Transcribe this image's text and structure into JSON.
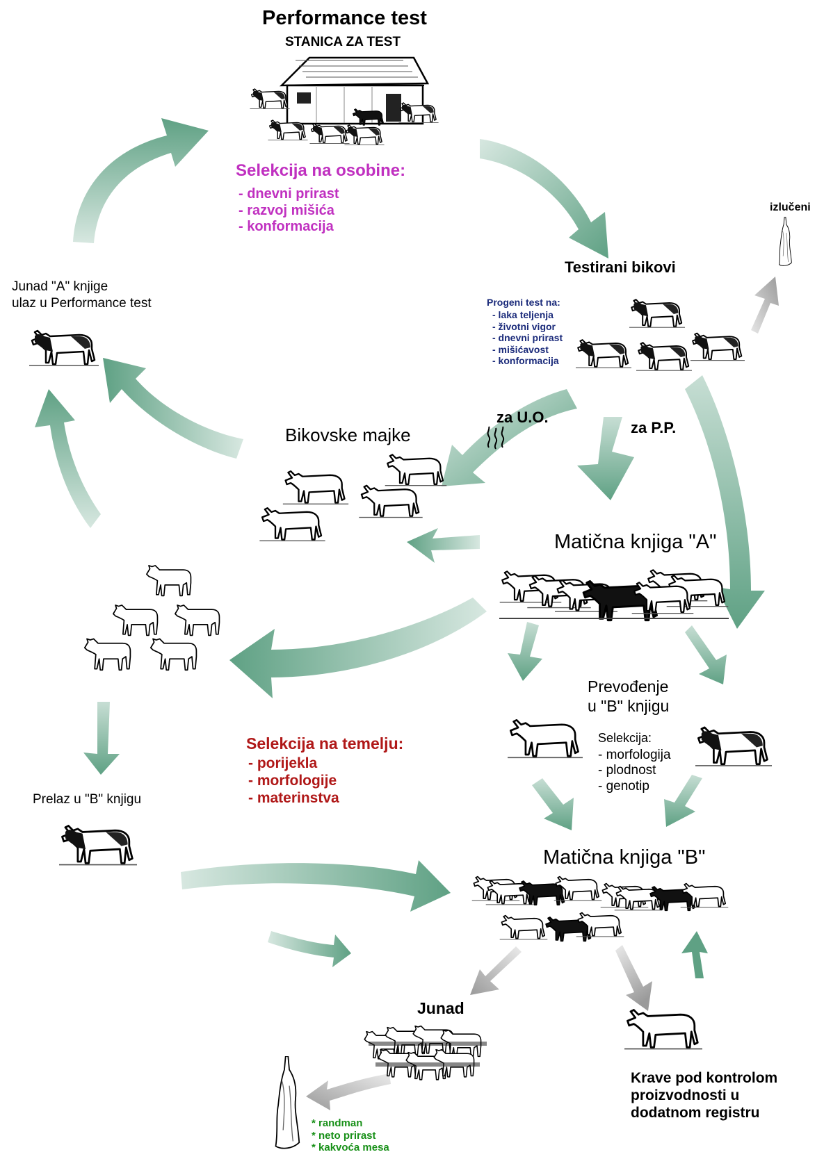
{
  "colors": {
    "arrow_green": "#5fa184",
    "arrow_gray": "#9a9a9a",
    "magenta": "#c030c0",
    "dark_red": "#b01818",
    "navy": "#1a2a7a",
    "green_text": "#189018"
  },
  "icons": [
    "barn-icon",
    "bull-icon",
    "cow-icon",
    "herd-icon",
    "calf-icon",
    "carcass-icon",
    "steam-icon"
  ],
  "performance": {
    "title": "Performance test",
    "subtitle": "STANICA ZA TEST",
    "selection_title": "Selekcija na osobine:",
    "selection_items": [
      "- dnevni prirast",
      "- razvoj mišića",
      "- konformacija"
    ]
  },
  "excluded": "izlučeni",
  "tested_bulls": {
    "title": "Testirani bikovi",
    "progeny_title": "Progeni test na:",
    "progeny_items": [
      "- laka teljenja",
      "- životni vigor",
      "- dnevni prirast",
      "- mišićavost",
      "- konformacija"
    ]
  },
  "young_a": {
    "line1": "Junad \"A\" knjige",
    "line2": "ulaz u Performance test"
  },
  "bull_mothers": "Bikovske majke",
  "za_uo": "za U.O.",
  "za_pp": "za P.P.",
  "herdbook_a": "Matična knjiga \"A\"",
  "transfer": {
    "line1": "Prevođenje",
    "line2": "u \"B\" knjigu",
    "selection_title": "Selekcija:",
    "items": [
      "- morfologija",
      "- plodnost",
      "- genotip"
    ]
  },
  "selection_basis": {
    "title": "Selekcija na temelju:",
    "items": [
      "- porijekla",
      "- morfologije",
      "- materinstva"
    ]
  },
  "transfer_b": "Prelaz u \"B\" knjigu",
  "herdbook_b": "Matična knjiga \"B\"",
  "junad": "Junad",
  "cows_control": [
    "Krave pod kontrolom",
    "proizvodnosti u",
    "dodatnom registru"
  ],
  "carcass_traits": [
    "* randman",
    "* neto prirast",
    "* kakvoća mesa"
  ]
}
